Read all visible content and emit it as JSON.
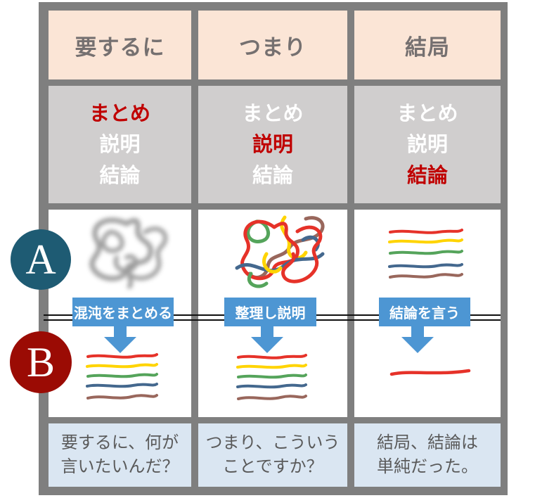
{
  "table": {
    "columns": [
      {
        "header": "要するに",
        "keywords": [
          {
            "text": "まとめ",
            "color": "#C00000"
          },
          {
            "text": "説明",
            "color": "#FFFFFF"
          },
          {
            "text": "結論",
            "color": "#FFFFFF"
          }
        ],
        "action_label": "混沌をまとめる",
        "example_line1": "要するに、何が",
        "example_line2": "言いたいんだ？"
      },
      {
        "header": "つまり",
        "keywords": [
          {
            "text": "まとめ",
            "color": "#FFFFFF"
          },
          {
            "text": "説明",
            "color": "#C00000"
          },
          {
            "text": "結論",
            "color": "#FFFFFF"
          }
        ],
        "action_label": "整理し説明",
        "example_line1": "つまり、こういう",
        "example_line2": "ことですか？"
      },
      {
        "header": "結局",
        "keywords": [
          {
            "text": "まとめ",
            "color": "#FFFFFF"
          },
          {
            "text": "説明",
            "color": "#FFFFFF"
          },
          {
            "text": "結論",
            "color": "#C00000"
          }
        ],
        "action_label": "結論を言う",
        "example_line1": "結局、結論は",
        "example_line2": "単純だった。"
      }
    ]
  },
  "markers": {
    "before": {
      "label": "A",
      "color": "#1E5B73"
    },
    "after": {
      "label": "B",
      "color": "#9B0B04"
    }
  },
  "colors": {
    "header_bg": "#FBE5D6",
    "keyword_bg": "#D0CECE",
    "example_bg": "#DAE6F2",
    "table_border": "#7F7F7F",
    "action_label_bg": "#4D96D3",
    "highlight_text": "#C00000",
    "line_red": "#E63229",
    "line_yellow": "#FFD400",
    "line_green": "#55A45B",
    "line_blue": "#44688E",
    "line_brown": "#99675C"
  }
}
